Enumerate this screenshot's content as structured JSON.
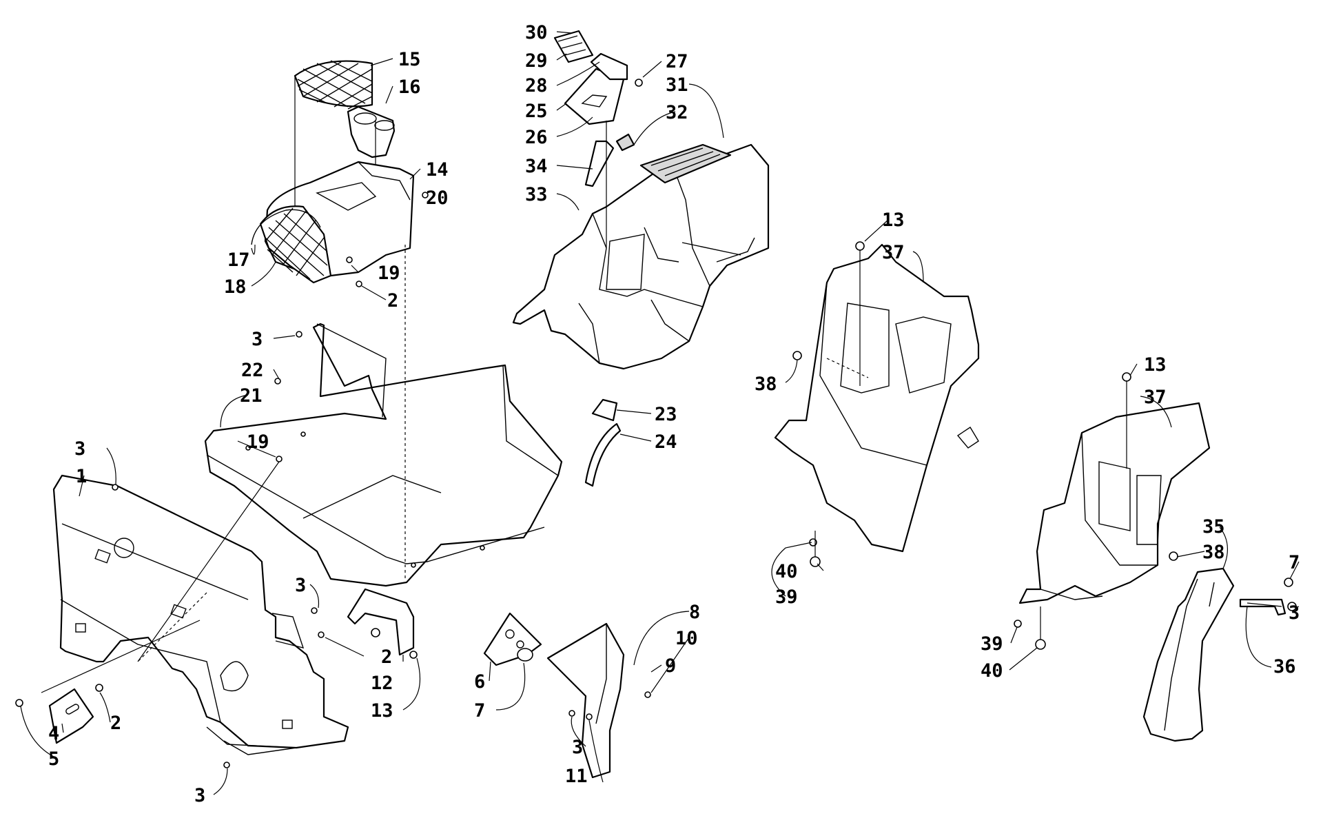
{
  "colors": {
    "line": "#000000",
    "paper": "#ffffff",
    "shade": "#d9d9d9"
  },
  "callouts": [
    {
      "id": "c30",
      "text": "30"
    },
    {
      "id": "c29",
      "text": "29"
    },
    {
      "id": "c28",
      "text": "28"
    },
    {
      "id": "c27",
      "text": "27"
    },
    {
      "id": "c31",
      "text": "31"
    },
    {
      "id": "c25",
      "text": "25"
    },
    {
      "id": "c26",
      "text": "26"
    },
    {
      "id": "c32",
      "text": "32"
    },
    {
      "id": "c34",
      "text": "34"
    },
    {
      "id": "c33",
      "text": "33"
    },
    {
      "id": "c15",
      "text": "15"
    },
    {
      "id": "c16",
      "text": "16"
    },
    {
      "id": "c14",
      "text": "14"
    },
    {
      "id": "c20",
      "text": "20"
    },
    {
      "id": "c17",
      "text": "17"
    },
    {
      "id": "c19a",
      "text": "19"
    },
    {
      "id": "c18",
      "text": "18"
    },
    {
      "id": "c2a",
      "text": "2"
    },
    {
      "id": "c3a",
      "text": "3"
    },
    {
      "id": "c22",
      "text": "22"
    },
    {
      "id": "c21",
      "text": "21"
    },
    {
      "id": "c19b",
      "text": "19"
    },
    {
      "id": "c3b",
      "text": "3"
    },
    {
      "id": "c1",
      "text": "1"
    },
    {
      "id": "c23",
      "text": "23"
    },
    {
      "id": "c24",
      "text": "24"
    },
    {
      "id": "c13a",
      "text": "13"
    },
    {
      "id": "c37a",
      "text": "37"
    },
    {
      "id": "c38a",
      "text": "38"
    },
    {
      "id": "c40a",
      "text": "40"
    },
    {
      "id": "c39a",
      "text": "39"
    },
    {
      "id": "c13b",
      "text": "13"
    },
    {
      "id": "c37b",
      "text": "37"
    },
    {
      "id": "c35",
      "text": "35"
    },
    {
      "id": "c38b",
      "text": "38"
    },
    {
      "id": "c7a",
      "text": "7"
    },
    {
      "id": "c3c",
      "text": "3"
    },
    {
      "id": "c36",
      "text": "36"
    },
    {
      "id": "c39b",
      "text": "39"
    },
    {
      "id": "c40b",
      "text": "40"
    },
    {
      "id": "c3d",
      "text": "3"
    },
    {
      "id": "c2b",
      "text": "2"
    },
    {
      "id": "c12",
      "text": "12"
    },
    {
      "id": "c13c",
      "text": "13"
    },
    {
      "id": "c8",
      "text": "8"
    },
    {
      "id": "c10",
      "text": "10"
    },
    {
      "id": "c9",
      "text": "9"
    },
    {
      "id": "c6",
      "text": "6"
    },
    {
      "id": "c7b",
      "text": "7"
    },
    {
      "id": "c3e",
      "text": "3"
    },
    {
      "id": "c11",
      "text": "11"
    },
    {
      "id": "c4",
      "text": "4"
    },
    {
      "id": "c5",
      "text": "5"
    },
    {
      "id": "c2c",
      "text": "2"
    },
    {
      "id": "c3f",
      "text": "3"
    }
  ]
}
